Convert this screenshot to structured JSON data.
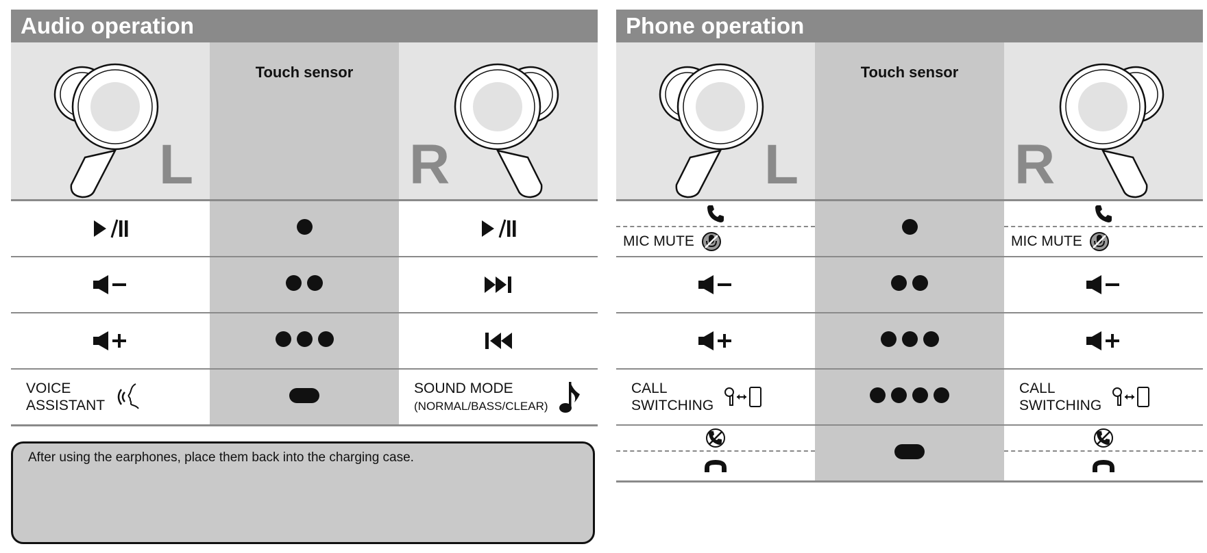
{
  "audio": {
    "title": "Audio operation",
    "sensor_label": "Touch sensor",
    "left_letter": "L",
    "right_letter": "R",
    "rows": [
      {
        "left": "play-pause-icon",
        "taps": 1,
        "right": "play-pause-icon"
      },
      {
        "left": "volume-down-icon",
        "taps": 2,
        "right": "next-track-icon"
      },
      {
        "left": "volume-up-icon",
        "taps": 3,
        "right": "previous-track-icon"
      },
      {
        "left_text": [
          "VOICE",
          "ASSISTANT"
        ],
        "left_icon": "voice-assistant-icon",
        "gesture": "hold",
        "right_text": [
          "SOUND MODE",
          "(NORMAL/BASS/CLEAR)"
        ],
        "right_icon": "music-note-icon"
      }
    ]
  },
  "phone": {
    "title": "Phone operation",
    "sensor_label": "Touch sensor",
    "left_letter": "L",
    "right_letter": "R",
    "mic_mute_label": "MIC MUTE",
    "call_switching_label": [
      "CALL",
      "SWITCHING"
    ],
    "rows": [
      {
        "left": [
          "answer-call-icon",
          "MIC MUTE"
        ],
        "taps": 1,
        "right": [
          "answer-call-icon",
          "MIC MUTE"
        ]
      },
      {
        "left": "volume-down-icon",
        "taps": 2,
        "right": "volume-down-icon"
      },
      {
        "left": "volume-up-icon",
        "taps": 3,
        "right": "volume-up-icon"
      },
      {
        "left": "call-switching",
        "taps": 4,
        "right": "call-switching"
      },
      {
        "left": [
          "reject-call-icon",
          "end-call-icon"
        ],
        "gesture": "hold",
        "right": [
          "reject-call-icon",
          "end-call-icon"
        ]
      }
    ]
  },
  "note": {
    "text": "After using the earphones, place them back into the charging case."
  }
}
